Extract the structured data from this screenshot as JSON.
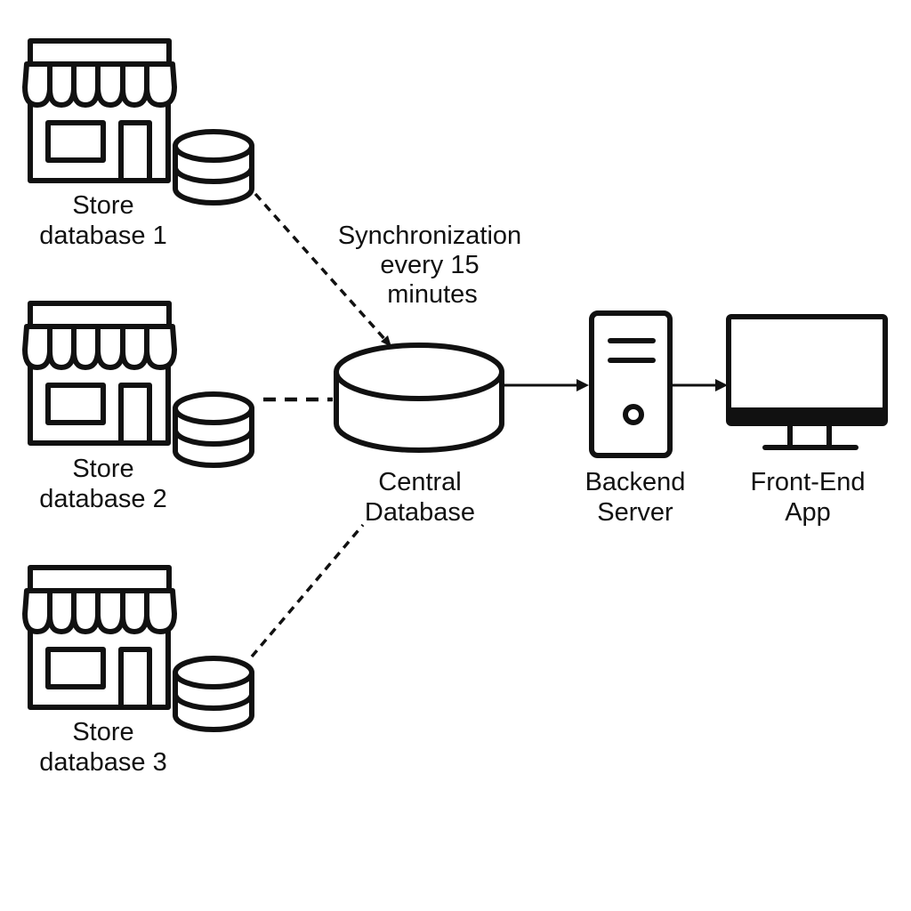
{
  "stores": [
    {
      "name": "store-1",
      "label_line1": "Store",
      "label_line2": "database 1"
    },
    {
      "name": "store-2",
      "label_line1": "Store",
      "label_line2": "database 2"
    },
    {
      "name": "store-3",
      "label_line1": "Store",
      "label_line2": "database 3"
    }
  ],
  "sync_note": {
    "line1": "Synchronization",
    "line2": "every 15",
    "line3": "minutes"
  },
  "central_db": {
    "line1": "Central",
    "line2": "Database"
  },
  "backend": {
    "line1": "Backend",
    "line2": "Server"
  },
  "frontend": {
    "line1": "Front-End",
    "line2": "App"
  },
  "icons": {
    "store": "storefront-icon",
    "db": "database-icon",
    "central_db": "database-icon",
    "server": "server-tower-icon",
    "monitor": "monitor-icon"
  },
  "colors": {
    "ink": "#111111",
    "background": "#ffffff"
  },
  "connections": [
    {
      "from": "store-1",
      "to": "central-db",
      "style": "dashed"
    },
    {
      "from": "store-2",
      "to": "central-db",
      "style": "dashed"
    },
    {
      "from": "store-3",
      "to": "central-db",
      "style": "dashed"
    },
    {
      "from": "central-db",
      "to": "backend",
      "style": "arrow"
    },
    {
      "from": "backend",
      "to": "frontend",
      "style": "arrow"
    }
  ]
}
